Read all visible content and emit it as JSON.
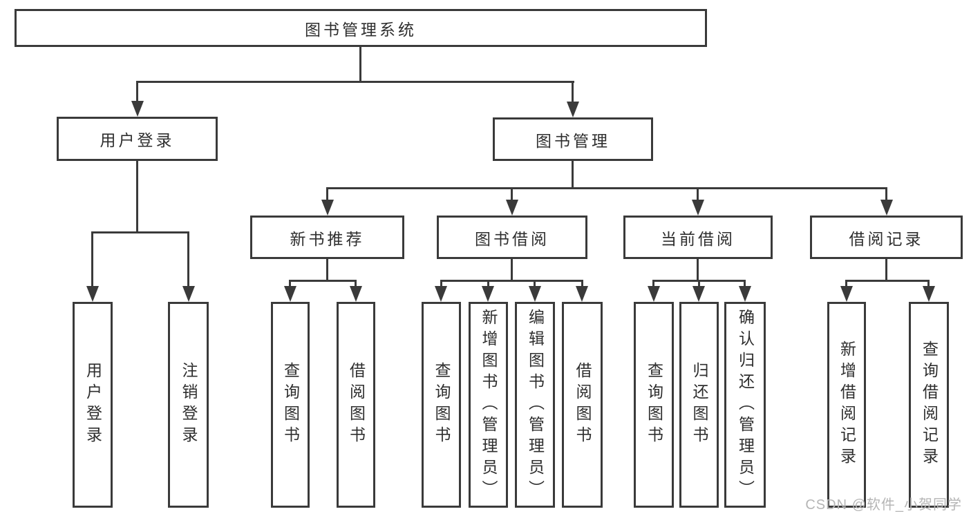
{
  "colors": {
    "line": "#3a3a3a",
    "text": "#2e2e2e",
    "background": "#ffffff",
    "watermark": "#b5b5b5"
  },
  "watermark": {
    "text": "CSDN @软件_小贺同学"
  },
  "tree": {
    "label": "图书管理系统",
    "children": [
      {
        "label": "用户登录",
        "children": [
          {
            "label": "用户登录"
          },
          {
            "label": "注销登录"
          }
        ]
      },
      {
        "label": "图书管理",
        "children": [
          {
            "label": "新书推荐",
            "children": [
              {
                "label": "查询图书"
              },
              {
                "label": "借阅图书"
              }
            ]
          },
          {
            "label": "图书借阅",
            "children": [
              {
                "label": "查询图书"
              },
              {
                "label": "新增图书（管理员）"
              },
              {
                "label": "编辑图书（管理员）"
              },
              {
                "label": "借阅图书"
              }
            ]
          },
          {
            "label": "当前借阅",
            "children": [
              {
                "label": "查询图书"
              },
              {
                "label": "归还图书"
              },
              {
                "label": "确认归还（管理员）"
              }
            ]
          },
          {
            "label": "借阅记录",
            "children": [
              {
                "label": "新增借阅记录"
              },
              {
                "label": "查询借阅记录"
              }
            ]
          }
        ]
      }
    ]
  }
}
